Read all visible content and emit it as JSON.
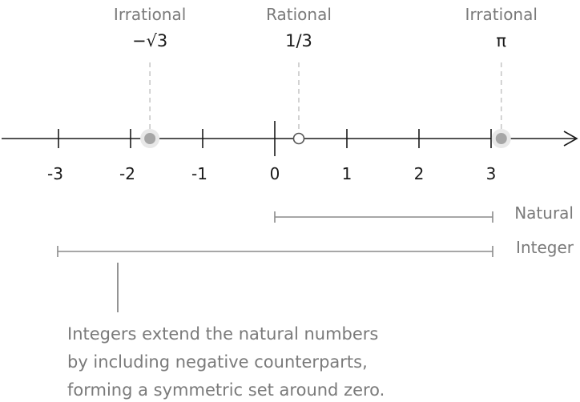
{
  "markers": [
    {
      "category": "Irrational",
      "label": "−√3",
      "value": -1.732,
      "kind": "filled"
    },
    {
      "category": "Rational",
      "label": "1/3",
      "value": 0.3333,
      "kind": "open"
    },
    {
      "category": "Irrational",
      "label": "π",
      "value": 3.1416,
      "kind": "filled"
    }
  ],
  "ticks": [
    "-3",
    "-2",
    "-1",
    "0",
    "1",
    "2",
    "3"
  ],
  "tick_values": [
    -3,
    -2,
    -1,
    0,
    1,
    2,
    3
  ],
  "ranges": [
    {
      "label": "Natural",
      "from": 0,
      "to": 3
    },
    {
      "label": "Integer",
      "from": -3,
      "to": 3
    }
  ],
  "note": {
    "lines": [
      "Integers extend the natural numbers",
      "by including negative counterparts,",
      "forming a symmetric set around zero."
    ]
  },
  "colors": {
    "axis": "#1a1a1a",
    "marker_fill": "#a6a6a6",
    "marker_halo": "#e8e8e8",
    "guide": "#c8c8c8",
    "range": "#8a8a8a",
    "muted_text": "#7a7a7a"
  }
}
